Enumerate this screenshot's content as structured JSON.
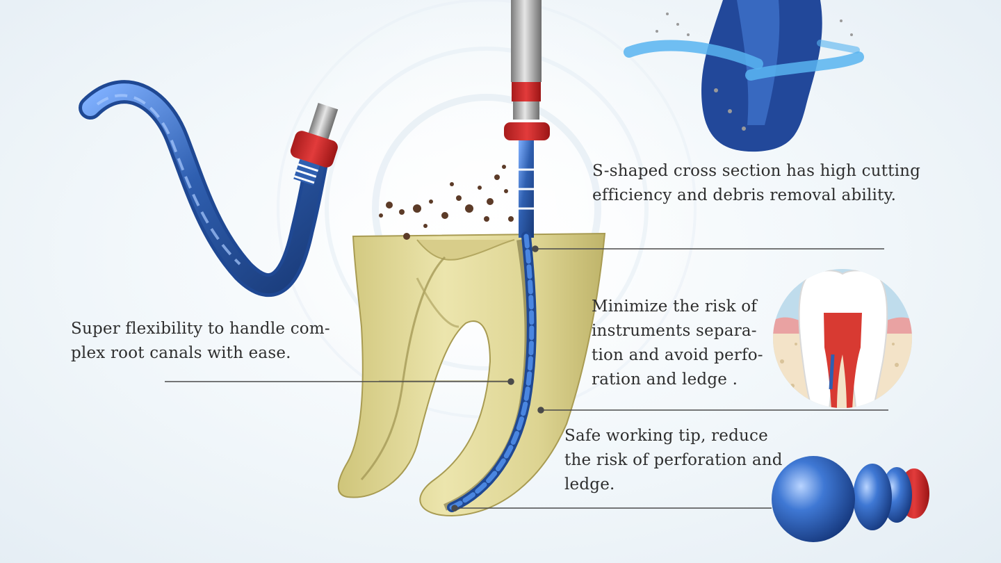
{
  "labels": {
    "s_cross_section": "S-shaped cross section has high cutting\nefficiency  and debris removal  ability.",
    "flexibility": "Super flexibility to handle com-\nplex root canals with ease.",
    "separation": "Minimize the risk of\ninstruments separa-\ntion and avoid perfo-\nration and ledge .",
    "safe_tip": "Safe working tip, reduce\nthe risk of perforation and\nledge."
  },
  "colors": {
    "file_blue": "#2f5fb0",
    "stopper_red": "#cf2a2a",
    "tooth_yellow": "#e2db9c",
    "pulp_red": "#d83a32",
    "leader_line": "#4a4a4a"
  }
}
